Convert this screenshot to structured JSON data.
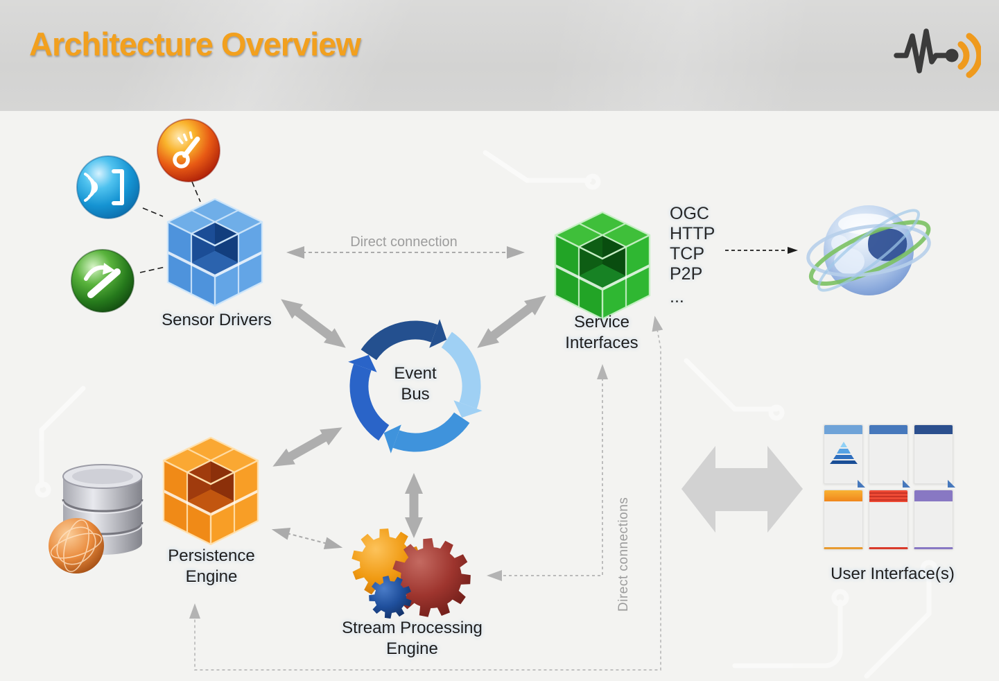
{
  "header": {
    "title": "Architecture Overview",
    "logo": "pulse-signal-logo"
  },
  "nodes": {
    "sensor_drivers": {
      "label": "Sensor Drivers",
      "icon": "blue-module-cube-icon",
      "sensor_icons": [
        "temperature-sensor-icon",
        "rfid-sensor-icon",
        "motion-sensor-icon"
      ]
    },
    "event_bus": {
      "line1": "Event",
      "line2": "Bus",
      "icon": "circular-arrows-icon"
    },
    "service_interfaces": {
      "line1": "Service",
      "line2": "Interfaces",
      "icon": "green-module-cube-icon",
      "protocols": [
        "OGC",
        "HTTP",
        "TCP",
        "P2P",
        "..."
      ]
    },
    "persistence_engine": {
      "line1": "Persistence",
      "line2": "Engine",
      "icon": "orange-module-cube-icon",
      "storage_icon": "database-icon"
    },
    "stream_processing_engine": {
      "line1": "Stream Processing",
      "line2": "Engine",
      "icon": "gears-icon"
    },
    "user_interfaces": {
      "label": "User Interface(s)",
      "icon": "ui-window-mockups-icon"
    },
    "web": {
      "icon": "globe-icon"
    }
  },
  "connections": {
    "direct_connection": "Direct connection",
    "direct_connections": "Direct connections"
  },
  "colors": {
    "accent_orange": "#F2A01E",
    "header_gray": "#D5D5D4",
    "canvas": "#F3F3F1",
    "arrow_gray": "#AEAEAE",
    "block_arrow_gray": "#D2D2D2",
    "label_text": "#1D1D1D",
    "muted_label": "#9C9C9C",
    "cube_blue": "#4E93DC",
    "cube_green": "#22A426",
    "cube_orange": "#F08A17",
    "bus_navy": "#24508F",
    "bus_sky": "#9FD0F4",
    "bus_mid": "#3F93DC",
    "bus_royal": "#2A64C8",
    "gear_orange": "#EE9212",
    "gear_red": "#A33430",
    "gear_blue": "#1F4F9C"
  }
}
